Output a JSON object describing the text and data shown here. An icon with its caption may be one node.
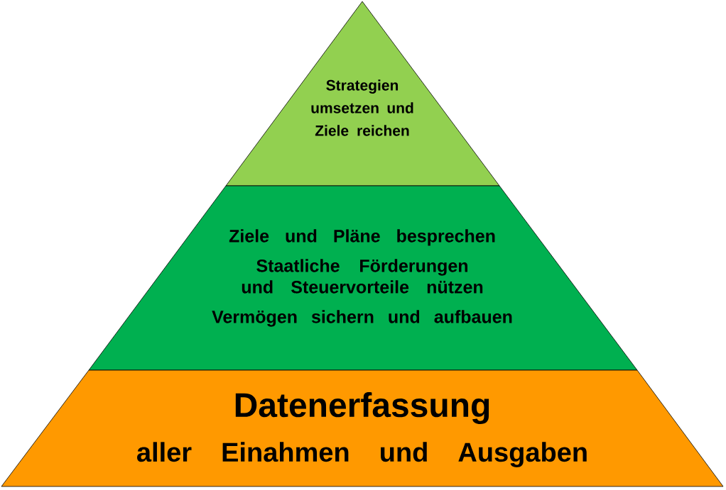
{
  "diagram": {
    "nodes": [
      {
        "text": [
          "Strategien umsetzen und Ziele reichen"
        ]
      },
      {
        "text": [
          "Ziele und Pläne besprechen",
          "Staatliche Förderungen und Steuervorteile nützen",
          "Vermögen sichern und aufbauen"
        ]
      },
      {
        "text": [
          "Datenerfassung",
          "aller Einahmen und Ausgaben"
        ]
      }
    ]
  }
}
